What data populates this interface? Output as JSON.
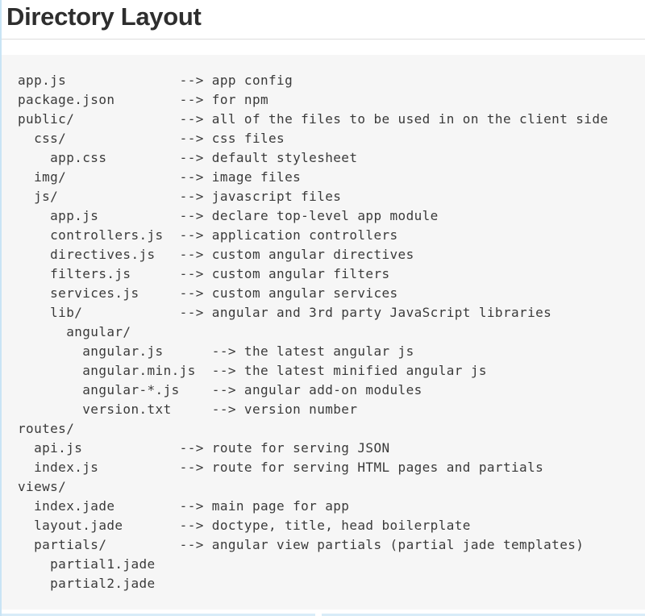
{
  "header": {
    "title": "Directory Layout"
  },
  "code_block": {
    "lines": [
      "app.js              --> app config",
      "package.json        --> for npm",
      "public/             --> all of the files to be used in on the client side",
      "  css/              --> css files",
      "    app.css         --> default stylesheet",
      "  img/              --> image files",
      "  js/               --> javascript files",
      "    app.js          --> declare top-level app module",
      "    controllers.js  --> application controllers",
      "    directives.js   --> custom angular directives",
      "    filters.js      --> custom angular filters",
      "    services.js     --> custom angular services",
      "    lib/            --> angular and 3rd party JavaScript libraries",
      "      angular/",
      "        angular.js      --> the latest angular js",
      "        angular.min.js  --> the latest minified angular js",
      "        angular-*.js    --> angular add-on modules",
      "        version.txt     --> version number",
      "routes/",
      "  api.js            --> route for serving JSON",
      "  index.js          --> route for serving HTML pages and partials",
      "views/",
      "  index.jade        --> main page for app",
      "  layout.jade       --> doctype, title, head boilerplate",
      "  partials/         --> angular view partials (partial jade templates)",
      "    partial1.jade",
      "    partial2.jade"
    ]
  },
  "colors": {
    "left_accent": "#c9e4f5",
    "header_divider": "#dddddd",
    "code_background": "#f6f6f6",
    "code_text": "#3a3a3a",
    "heading_text": "#2e2e2e",
    "bottom_divider": "#d8ecf8"
  }
}
